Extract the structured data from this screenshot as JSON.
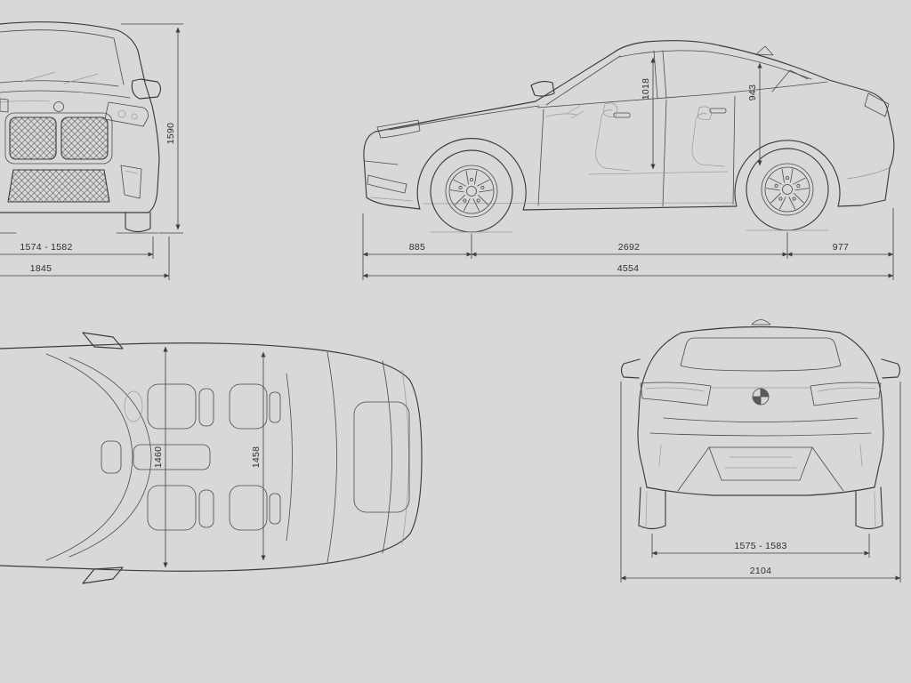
{
  "theme": {
    "background": "#d8d8d8",
    "line_color": "#3b3b3b",
    "dimension_text_color": "#2e2e2e"
  },
  "views": {
    "front": {
      "height": "1590",
      "track_width": "1574 - 1582",
      "overall_width": "1845"
    },
    "side": {
      "front_interior_height": "1018",
      "rear_interior_height": "943",
      "front_overhang": "885",
      "wheelbase": "2692",
      "rear_overhang": "977",
      "overall_length": "4554"
    },
    "top": {
      "front_interior_width": "1460",
      "rear_interior_width": "1458"
    },
    "rear": {
      "track_width": "1575 - 1583",
      "overall_width_incl_mirrors": "2104"
    }
  }
}
